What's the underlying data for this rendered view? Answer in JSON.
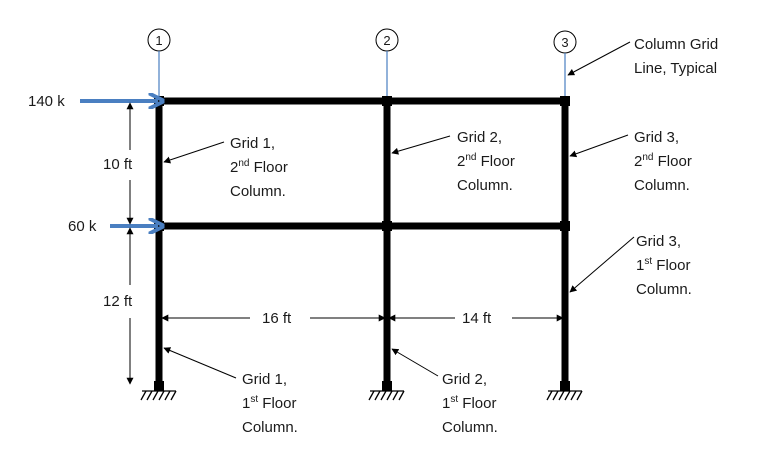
{
  "grid_bubbles": [
    "1",
    "2",
    "3"
  ],
  "loads": {
    "roof": "140 k",
    "second_floor": "60 k"
  },
  "dimensions": {
    "upper_story": "10 ft",
    "lower_story": "12 ft",
    "bay_1": "16 ft",
    "bay_2": "14 ft"
  },
  "callouts": {
    "grid_line": [
      "Column Grid",
      "Line, Typical"
    ],
    "g1_upper": {
      "l1": "Grid 1,",
      "l2_num": "2",
      "l2_sup": "nd",
      "l2_rest": " Floor",
      "l3": "Column."
    },
    "g2_upper": {
      "l1": "Grid 2,",
      "l2_num": "2",
      "l2_sup": "nd",
      "l2_rest": " Floor",
      "l3": "Column."
    },
    "g3_upper": {
      "l1": "Grid 3,",
      "l2_num": "2",
      "l2_sup": "nd",
      "l2_rest": " Floor",
      "l3": "Column."
    },
    "g3_lower": {
      "l1": "Grid 3,",
      "l2_num": "1",
      "l2_sup": "st",
      "l2_rest": " Floor",
      "l3": "Column."
    },
    "g1_lower": {
      "l1": "Grid 1,",
      "l2_num": "1",
      "l2_sup": "st",
      "l2_rest": " Floor",
      "l3": "Column."
    },
    "g2_lower": {
      "l1": "Grid 2,",
      "l2_num": "1",
      "l2_sup": "st",
      "l2_rest": " Floor",
      "l3": "Column."
    }
  },
  "colors": {
    "frame": "#000000",
    "grid_line": "#4a7fc1",
    "load_arrow": "#4a7fc1"
  }
}
